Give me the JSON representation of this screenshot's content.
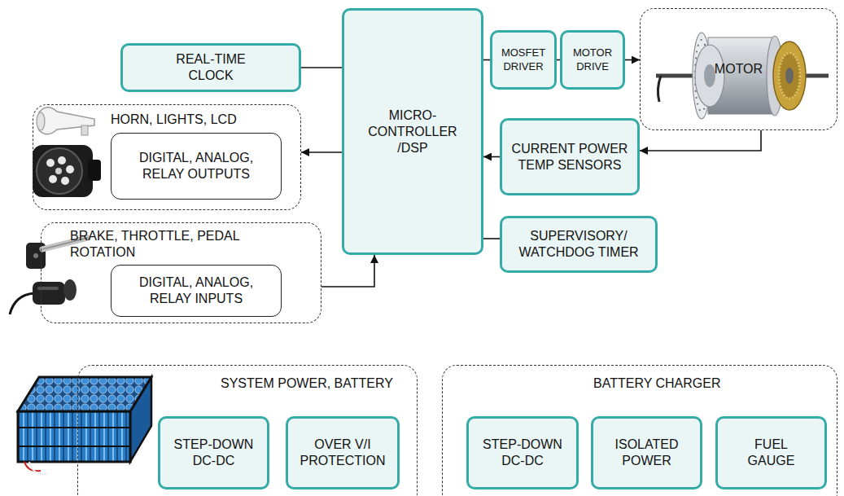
{
  "diagram": {
    "nodes": [
      {
        "text": [
          "REAL-TIME CLOCK"
        ]
      },
      {
        "text": [
          "MICRO- CONTROLLER /DSP"
        ]
      },
      {
        "text": [
          "MOSFET DRIVER"
        ]
      },
      {
        "text": [
          "MOTOR DRIVE"
        ]
      },
      {
        "text": [
          "MOTOR"
        ]
      },
      {
        "text": [
          "HORN, LIGHTS, LCD"
        ]
      },
      {
        "text": [
          "DIGITAL, ANALOG, RELAY OUTPUTS"
        ],
        "in": 5
      },
      {
        "text": [
          "CURRENT POWER TEMP SENSORS"
        ]
      },
      {
        "text": [
          "SUPERVISORY/ WATCHDOG TIMER"
        ]
      },
      {
        "text": [
          "BRAKE, THROTTLE, PEDAL ROTATION"
        ]
      },
      {
        "text": [
          "DIGITAL, ANALOG, RELAY INPUTS"
        ],
        "in": 9
      },
      {
        "text": [
          "SYSTEM POWER, BATTERY"
        ]
      },
      {
        "text": [
          "STEP-DOWN DC-DC"
        ],
        "in": 11
      },
      {
        "text": [
          "OVER V/I PROTECTION"
        ],
        "in": 11
      },
      {
        "text": [
          "BATTERY CHARGER"
        ]
      },
      {
        "text": [
          "STEP-DOWN DC-DC"
        ],
        "in": 14
      },
      {
        "text": [
          "ISOLATED POWER"
        ],
        "in": 14
      },
      {
        "text": [
          "FUEL GAUGE"
        ],
        "in": 14
      }
    ],
    "edges": [
      {
        "from": 0,
        "to": 1,
        "arrow": "none"
      },
      {
        "from": 1,
        "to": 2,
        "arrow": "none"
      },
      {
        "from": 2,
        "to": 3,
        "arrow": "none"
      },
      {
        "from": 3,
        "to": 4,
        "arrow": "to"
      },
      {
        "from": 4,
        "to": 7,
        "arrow": "to"
      },
      {
        "from": 7,
        "to": 1,
        "arrow": "to"
      },
      {
        "from": 1,
        "to": 5,
        "arrow": "to"
      },
      {
        "from": 9,
        "to": 1,
        "arrow": "to"
      },
      {
        "from": 8,
        "to": 1,
        "arrow": "none"
      }
    ]
  }
}
